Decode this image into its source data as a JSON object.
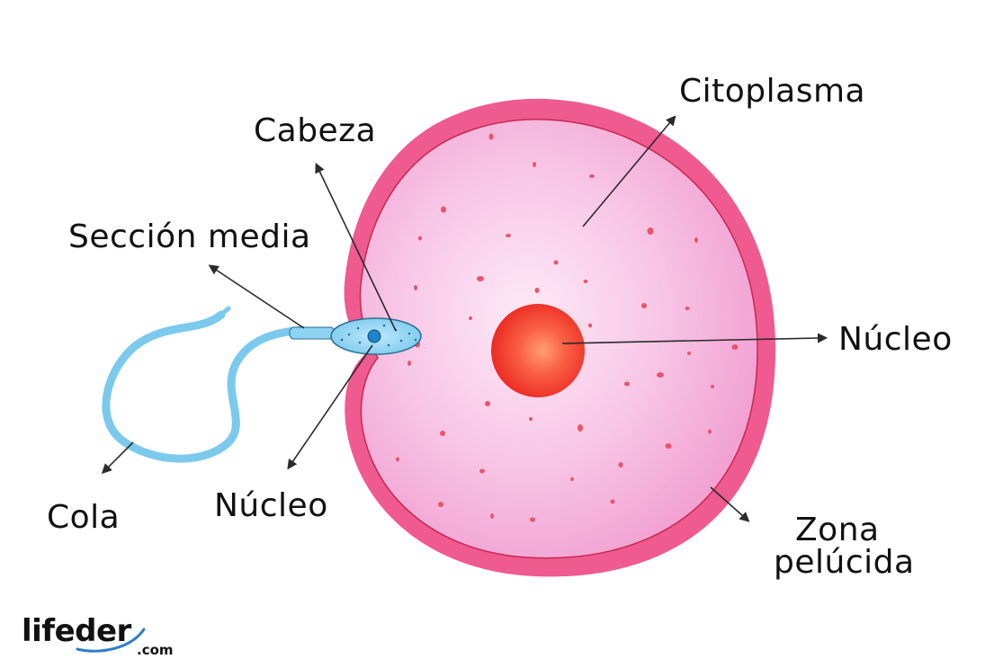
{
  "labels": {
    "citoplasma": "Citoplasma",
    "cabeza": "Cabeza",
    "seccion_media": "Sección media",
    "nucleo_ovulo": "Núcleo",
    "cola": "Cola",
    "nucleo_espermatozoide": "Núcleo",
    "zona_line1": "Zona",
    "zona_line2": "pelúcida"
  },
  "logo": {
    "name": "lifeder",
    "domain": ".com"
  },
  "colors": {
    "zona": "#ef5a8f",
    "cytoplasm_center": "#fde4f4",
    "cytoplasm_edge": "#f3a6d6",
    "nucleus": "#f23c2e",
    "sperm_tail": "#7cc9ee",
    "sperm_head": "#8fd3f2",
    "arrow": "#2b2b2b"
  }
}
